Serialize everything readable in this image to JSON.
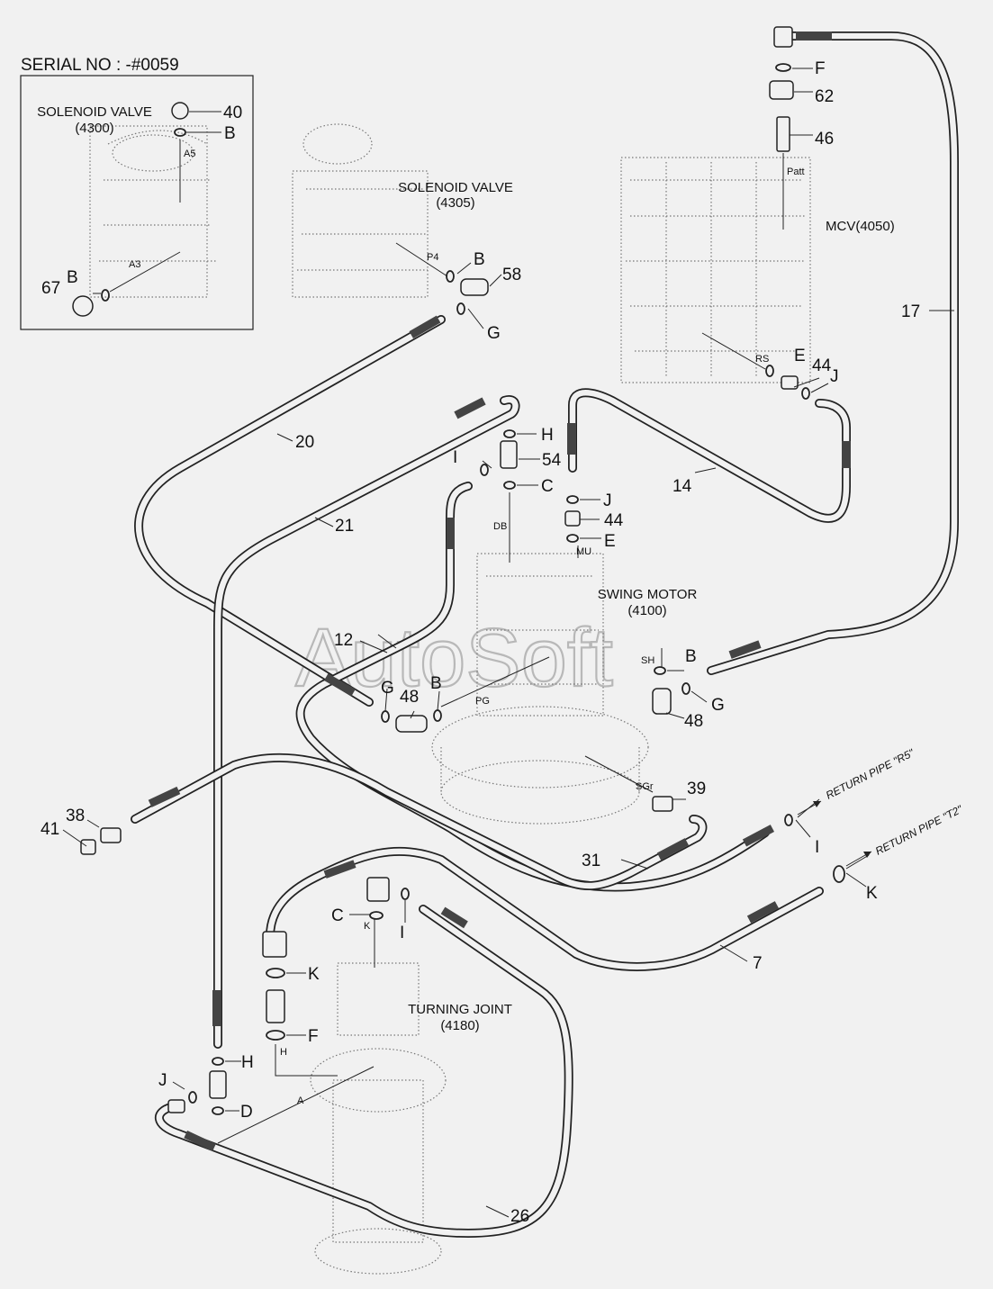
{
  "serial": "SERIAL NO : -#0059",
  "components": {
    "solenoid_4300": [
      "SOLENOID VALVE",
      "(4300)"
    ],
    "solenoid_4305": [
      "SOLENOID VALVE",
      "(4305)"
    ],
    "mcv": "MCV(4050)",
    "swing_motor": [
      "SWING MOTOR",
      "(4100)"
    ],
    "turning_joint": [
      "TURNING JOINT",
      "(4180)"
    ]
  },
  "ports": {
    "A5": "A5",
    "A3": "A3",
    "P4": "P4",
    "Patt": "Patt",
    "RS": "RS",
    "DB": "DB",
    "MU": "MU",
    "SH": "SH",
    "PG": "PG",
    "SGr": "SGr",
    "K": "K",
    "H": "H",
    "A": "A"
  },
  "return_pipes": {
    "r5": "RETURN PIPE \"R5\"",
    "t2": "RETURN PIPE \"T2\""
  },
  "callouts": {
    "p40": "40",
    "p67": "67",
    "p58": "58",
    "p62": "62",
    "p46": "46",
    "p17": "17",
    "p20": "20",
    "p21": "21",
    "p14": "14",
    "p54": "54",
    "p44a": "44",
    "p44b": "44",
    "p12": "12",
    "p48a": "48",
    "p48b": "48",
    "p39": "39",
    "p38": "38",
    "p41": "41",
    "p31": "31",
    "p7": "7",
    "p26": "26"
  },
  "rings": {
    "B40": "B",
    "B67": "B",
    "B58": "B",
    "G58": "G",
    "F62": "F",
    "E44": "E",
    "J44": "J",
    "H54": "H",
    "I54": "I",
    "C54": "C",
    "J_mu": "J",
    "E_mu": "E",
    "G48": "G",
    "B48": "B",
    "B_sh": "B",
    "G_sh": "G",
    "I_r5": "I",
    "K_t2": "K",
    "C_k": "C",
    "I_7": "I",
    "K_tj": "K",
    "F_tj": "F",
    "H_tj": "H",
    "J_tj": "J",
    "D_tj": "D"
  },
  "watermark": "AutoSoft"
}
